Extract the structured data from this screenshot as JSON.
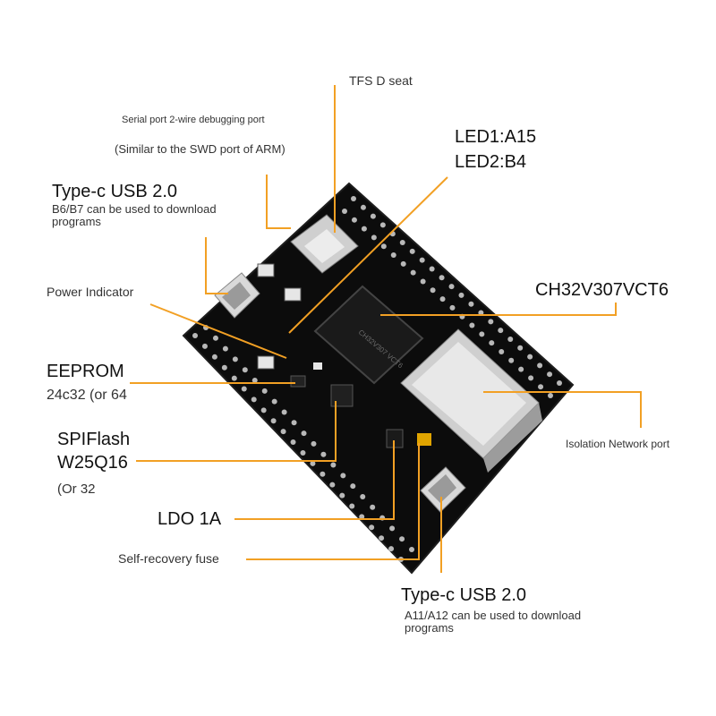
{
  "labels": {
    "tfs": "TFS D seat",
    "serial_title": "Serial port 2-wire debugging port",
    "serial_sub": "(Similar to the SWD port of ARM)",
    "led1": "LED1:A15",
    "led2": "LED2:B4",
    "usb_top_title": "Type-c USB 2.0",
    "usb_top_desc1": "B6/B7 can be used to download",
    "usb_top_desc2": "programs",
    "power": "Power Indicator",
    "chip": "CH32V307VCT6",
    "eeprom": "EEPROM",
    "eeprom_sub": "24c32 (or 64",
    "spiflash": "SPIFlash",
    "spiflash_model": "W25Q16",
    "spiflash_sub": "(Or 32",
    "isolation": "Isolation Network port",
    "ldo": "LDO 1A",
    "fuse": "Self-recovery fuse",
    "usb_bottom_title": "Type-c USB 2.0",
    "usb_bottom_desc1": "A11/A12 can be used to download",
    "usb_bottom_desc2": "programs"
  },
  "colors": {
    "leader": "#f2a024",
    "board": "#0c0c0c",
    "pins": "#b8b8b8"
  },
  "board": {
    "chip_marking": "CH32V307 VCT6"
  }
}
